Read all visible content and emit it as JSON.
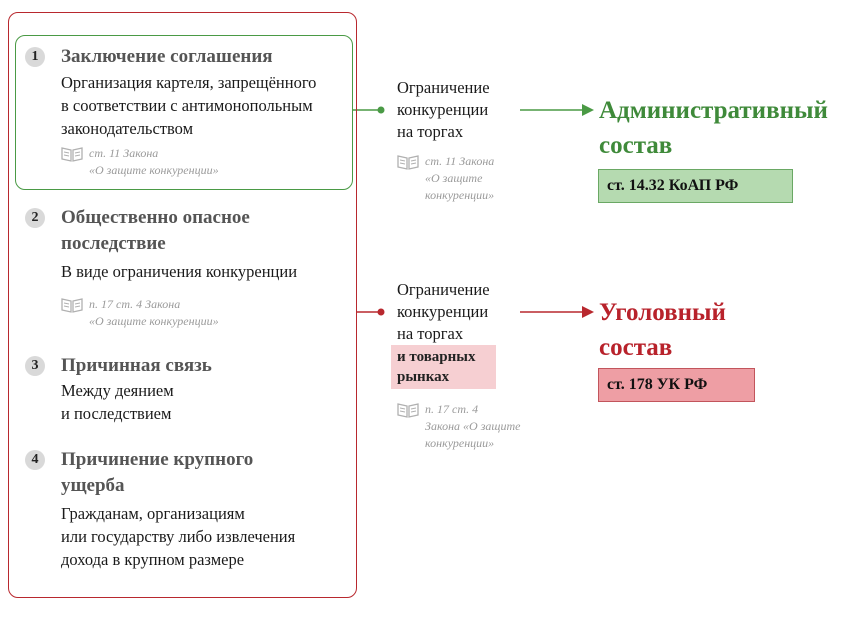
{
  "steps": [
    {
      "num": "1",
      "title": "Заключение соглашения",
      "desc": [
        "Организация картеля, запрещённого",
        "в соответствии с антимонопольным",
        "законодательством"
      ],
      "ref": [
        "ст. 11 Закона",
        "«О защите конкуренции»"
      ]
    },
    {
      "num": "2",
      "title": [
        "Общественно опасное",
        "последствие"
      ],
      "desc": [
        "В виде ограничения конкуренции"
      ],
      "ref": [
        "п. 17 ст. 4 Закона",
        "«О защите конкуренции»"
      ]
    },
    {
      "num": "3",
      "title": "Причинная связь",
      "desc": [
        "Между деянием",
        "и последствием"
      ]
    },
    {
      "num": "4",
      "title": [
        "Причинение крупного",
        "ущерба"
      ],
      "desc": [
        "Гражданам, организациям",
        "или государству либо извлечения",
        "дохода в крупном размере"
      ]
    }
  ],
  "admin": {
    "middle": [
      "Ограничение",
      "конкуренции",
      "на торгах"
    ],
    "ref": [
      "ст. 11 Закона",
      "«О защите",
      "конкуренции»"
    ],
    "title": [
      "Административный",
      "состав"
    ],
    "tag": "ст. 14.32 КоАП РФ",
    "color": "#3f8a3a",
    "tag_bg": "#b5dab0"
  },
  "criminal": {
    "middle": [
      "Ограничение",
      "конкуренции",
      "на торгах"
    ],
    "highlight": [
      "и товарных",
      "рынках"
    ],
    "ref": [
      "п. 17 ст. 4",
      "Закона «О защите",
      "конкуренции»"
    ],
    "title": [
      "Уголовный",
      "состав"
    ],
    "tag": "ст. 178 УК РФ",
    "color": "#b8222b",
    "tag_bg": "#ee9ea4"
  }
}
